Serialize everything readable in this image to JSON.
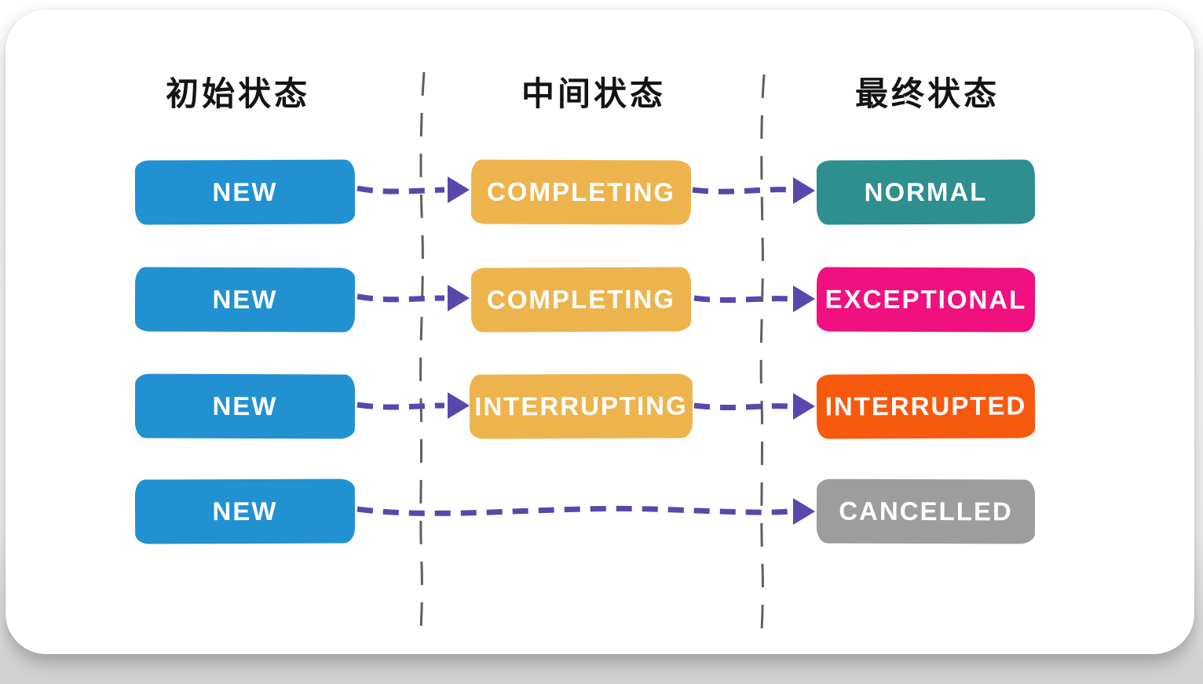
{
  "diagram": {
    "title_context": "FutureTask state transition diagram",
    "columns": [
      {
        "label": "初始状态"
      },
      {
        "label": "中间状态"
      },
      {
        "label": "最终状态"
      }
    ],
    "rows": [
      {
        "initial": "NEW",
        "intermediate": "COMPLETING",
        "final": "NORMAL"
      },
      {
        "initial": "NEW",
        "intermediate": "COMPLETING",
        "final": "EXCEPTIONAL"
      },
      {
        "initial": "NEW",
        "intermediate": "INTERRUPTING",
        "final": "INTERRUPTED"
      },
      {
        "initial": "NEW",
        "final": "CANCELLED"
      }
    ],
    "colors": {
      "initial_box": "#2191d1",
      "intermediate_box": "#edb44e",
      "final_normal": "#2d8f8e",
      "final_exceptional": "#f0107f",
      "final_interrupted": "#f7590f",
      "final_cancelled": "#9d9d9d",
      "arrow": "#5748ab",
      "divider": "#5f5f5f",
      "box_text": "#ffffff",
      "header_text": "#141414"
    }
  }
}
